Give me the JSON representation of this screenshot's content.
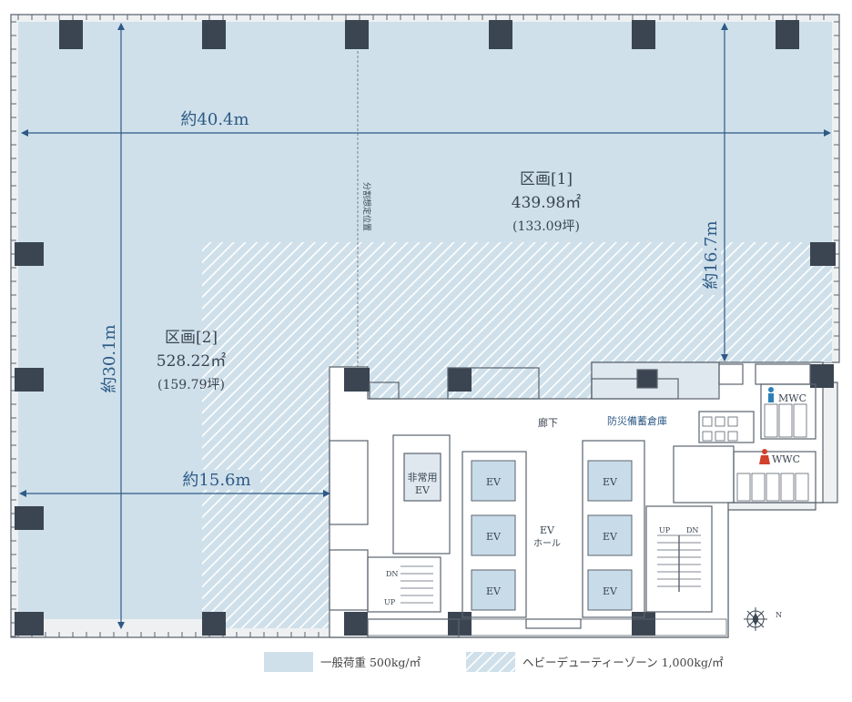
{
  "zones": {
    "zone1": {
      "name": "区画[1]",
      "area": "439.98㎡",
      "tsubo": "(133.09坪)"
    },
    "zone2": {
      "name": "区画[2]",
      "area": "528.22㎡",
      "tsubo": "(159.79坪)"
    }
  },
  "dimensions": {
    "width_total": "約40.4m",
    "height_total": "約30.1m",
    "height_zone1": "約16.7m",
    "width_zone2": "約15.6m"
  },
  "partition_label": "分割想定位置",
  "rooms": {
    "corridor": "廊下",
    "disaster_storage": "防災備蓄倉庫",
    "ev_hall_line1": "EV",
    "ev_hall_line2": "ホール",
    "emergency_ev_line1": "非常用",
    "emergency_ev_line2": "EV",
    "elevators": [
      "EV",
      "EV",
      "EV",
      "EV",
      "EV",
      "EV"
    ],
    "mwc": "MWC",
    "wwc": "WWC",
    "stair_left_up": "UP",
    "stair_left_dn": "DN",
    "stair_right_up": "UP",
    "stair_right_dn": "DN"
  },
  "compass": {
    "north": "N"
  },
  "legend": {
    "standard_load": "一般荷重 500kg/㎡",
    "heavy_duty": "ヘビーデューティーゾーン 1,000kg/㎡"
  },
  "colors": {
    "floor": "#cfe0ea",
    "hatch": "#ffffff",
    "column": "#3b4552",
    "dimension": "#2e5a86",
    "male_icon": "#2e7fb6",
    "female_icon": "#d2412b"
  }
}
